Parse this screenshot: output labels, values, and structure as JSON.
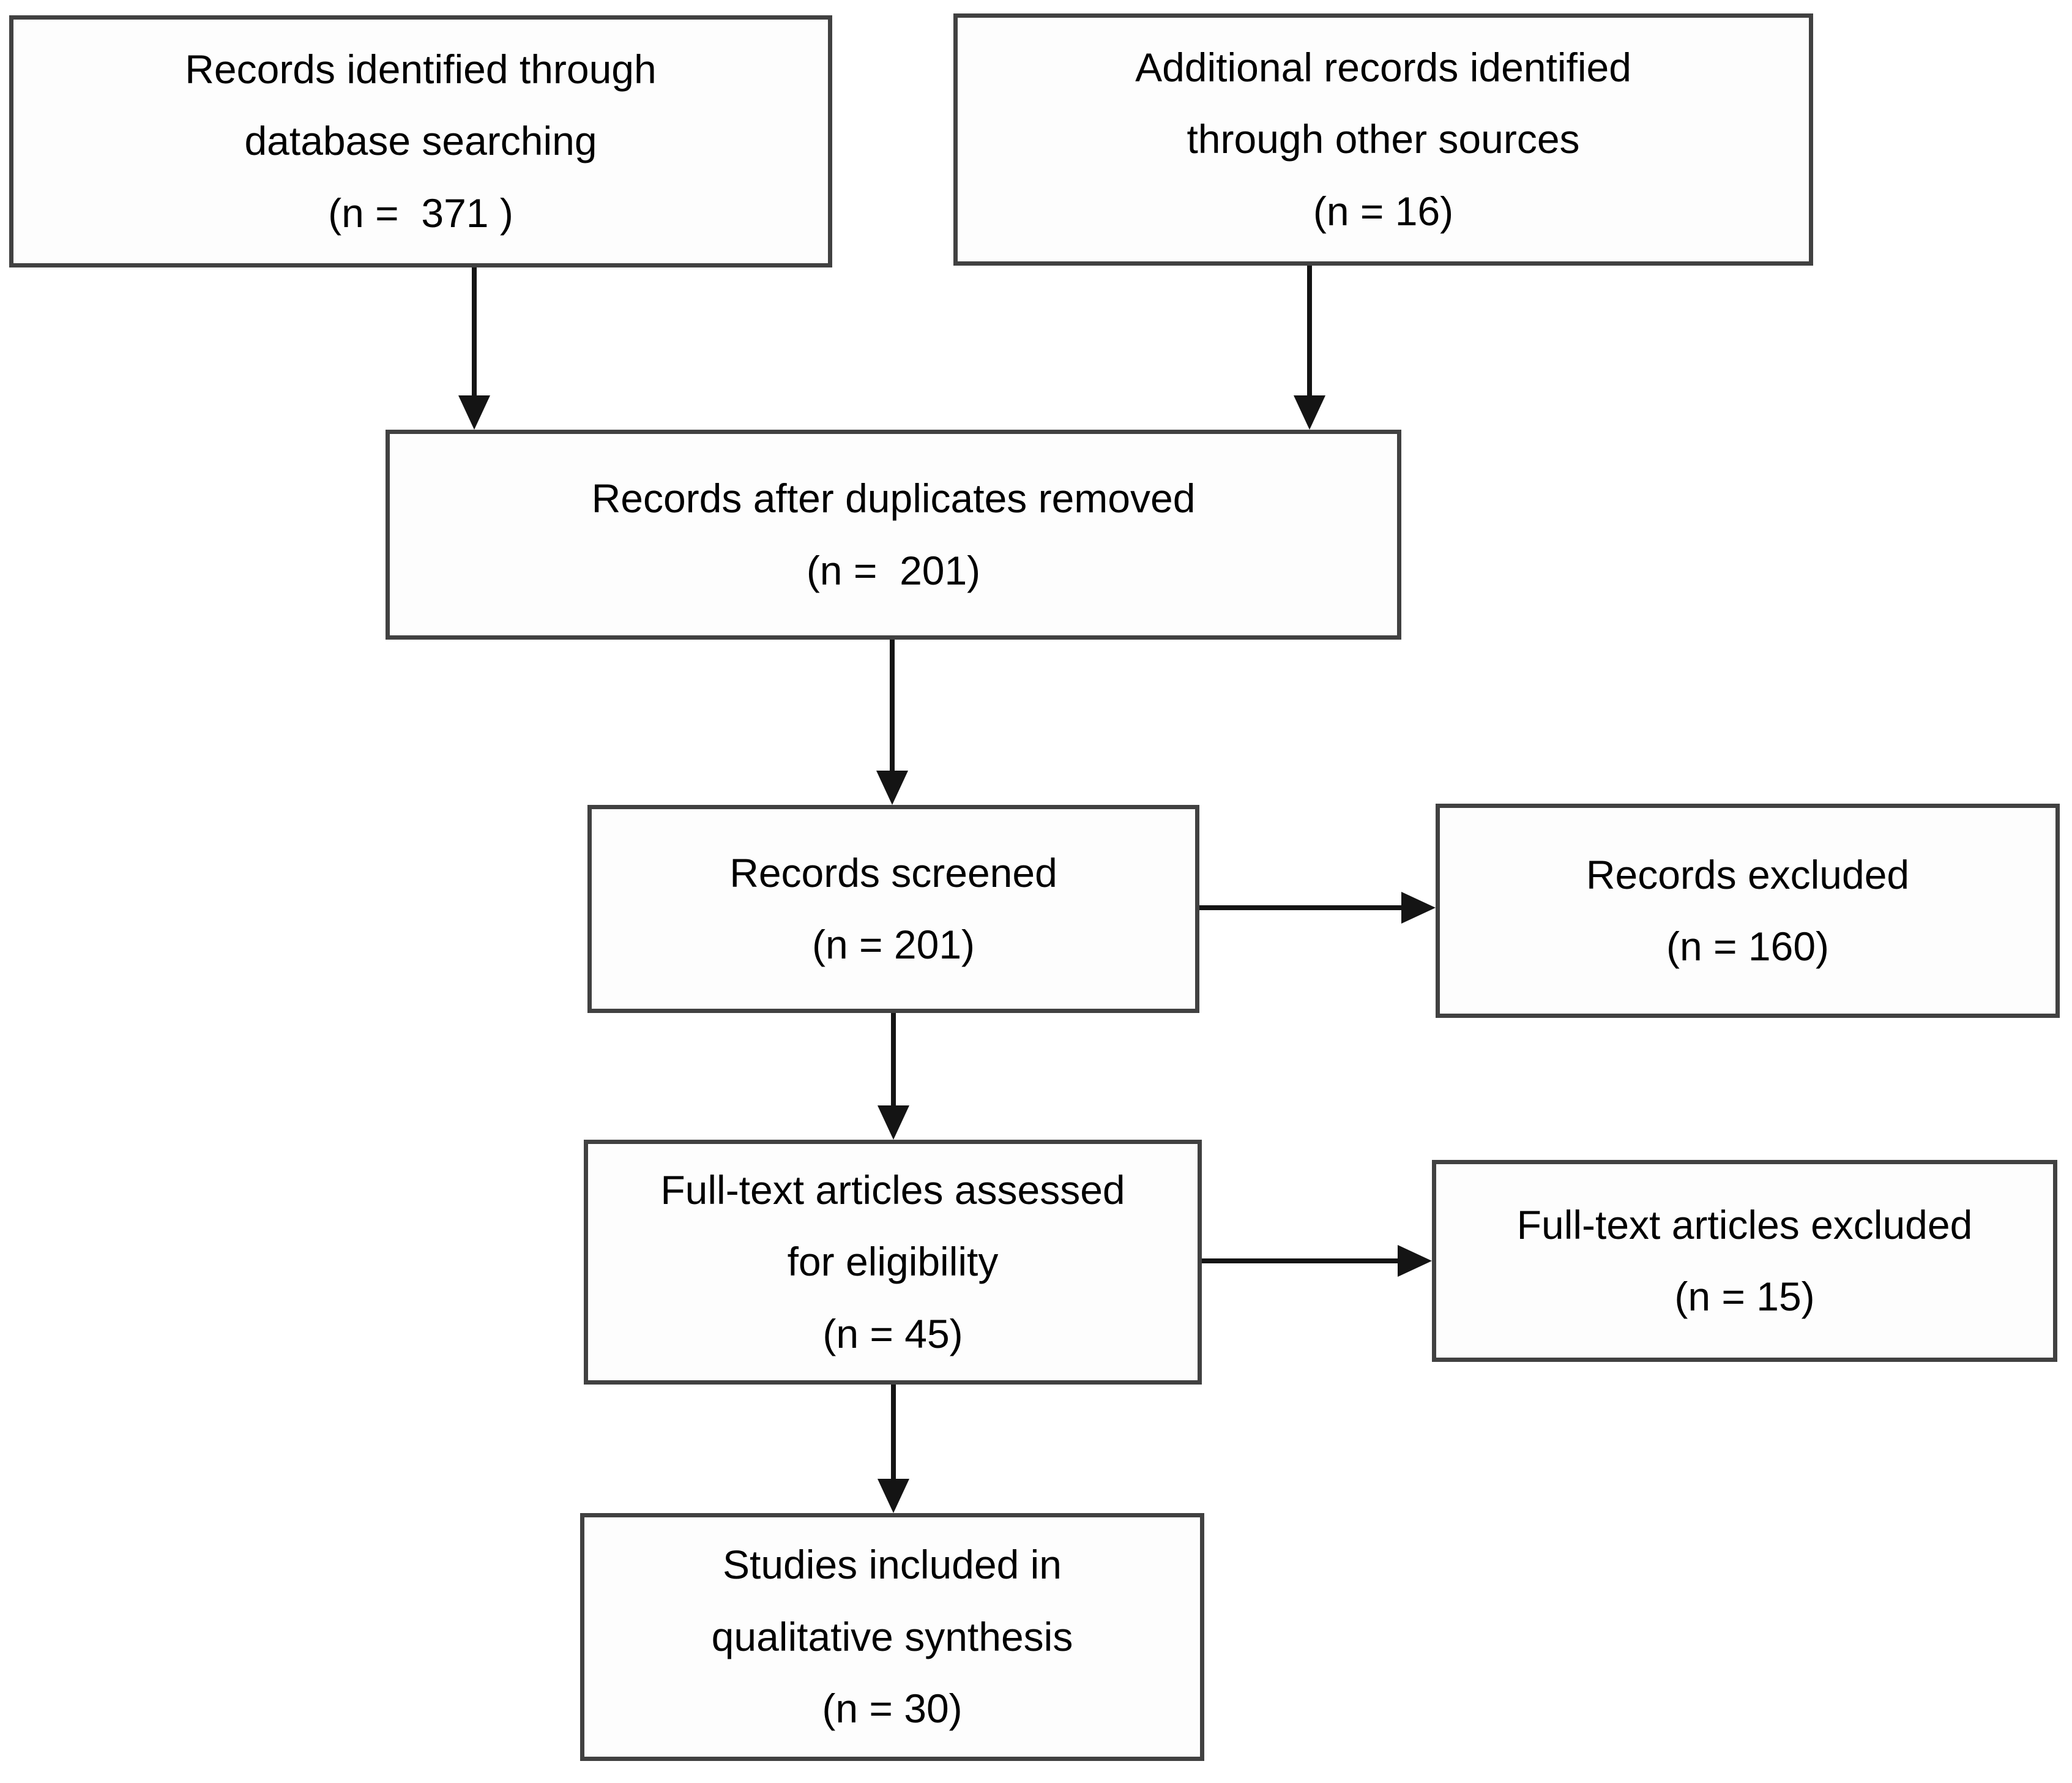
{
  "colors": {
    "background": "#ffffff",
    "box_border": "#414141",
    "text": "#000000",
    "arrow": "#141414"
  },
  "nodes": {
    "records_identified_database": {
      "n": 371,
      "lines": [
        "Records identified through",
        "database searching",
        "(n =  371 )"
      ]
    },
    "records_other_sources": {
      "n": 16,
      "lines": [
        "Additional records identified",
        "through other sources",
        "(n = 16)"
      ]
    },
    "records_after_duplicates": {
      "n": 201,
      "lines": [
        "Records after duplicates removed",
        "(n =  201)"
      ]
    },
    "records_screened": {
      "n": 201,
      "lines": [
        "Records screened",
        "(n = 201)"
      ]
    },
    "records_excluded": {
      "n": 160,
      "lines": [
        "Records excluded",
        "(n = 160)"
      ]
    },
    "fulltext_assessed": {
      "n": 45,
      "lines": [
        "Full-text articles assessed",
        "for eligibility",
        "(n = 45)"
      ]
    },
    "fulltext_excluded": {
      "n": 15,
      "lines": [
        "Full-text articles excluded",
        "(n = 15)"
      ]
    },
    "studies_included": {
      "n": 30,
      "lines": [
        "Studies included in",
        "qualitative synthesis",
        "(n = 30)"
      ]
    }
  },
  "edges": [
    {
      "from": "records_identified_database",
      "to": "records_after_duplicates"
    },
    {
      "from": "records_other_sources",
      "to": "records_after_duplicates"
    },
    {
      "from": "records_after_duplicates",
      "to": "records_screened"
    },
    {
      "from": "records_screened",
      "to": "records_excluded"
    },
    {
      "from": "records_screened",
      "to": "fulltext_assessed"
    },
    {
      "from": "fulltext_assessed",
      "to": "fulltext_excluded"
    },
    {
      "from": "fulltext_assessed",
      "to": "studies_included"
    }
  ]
}
